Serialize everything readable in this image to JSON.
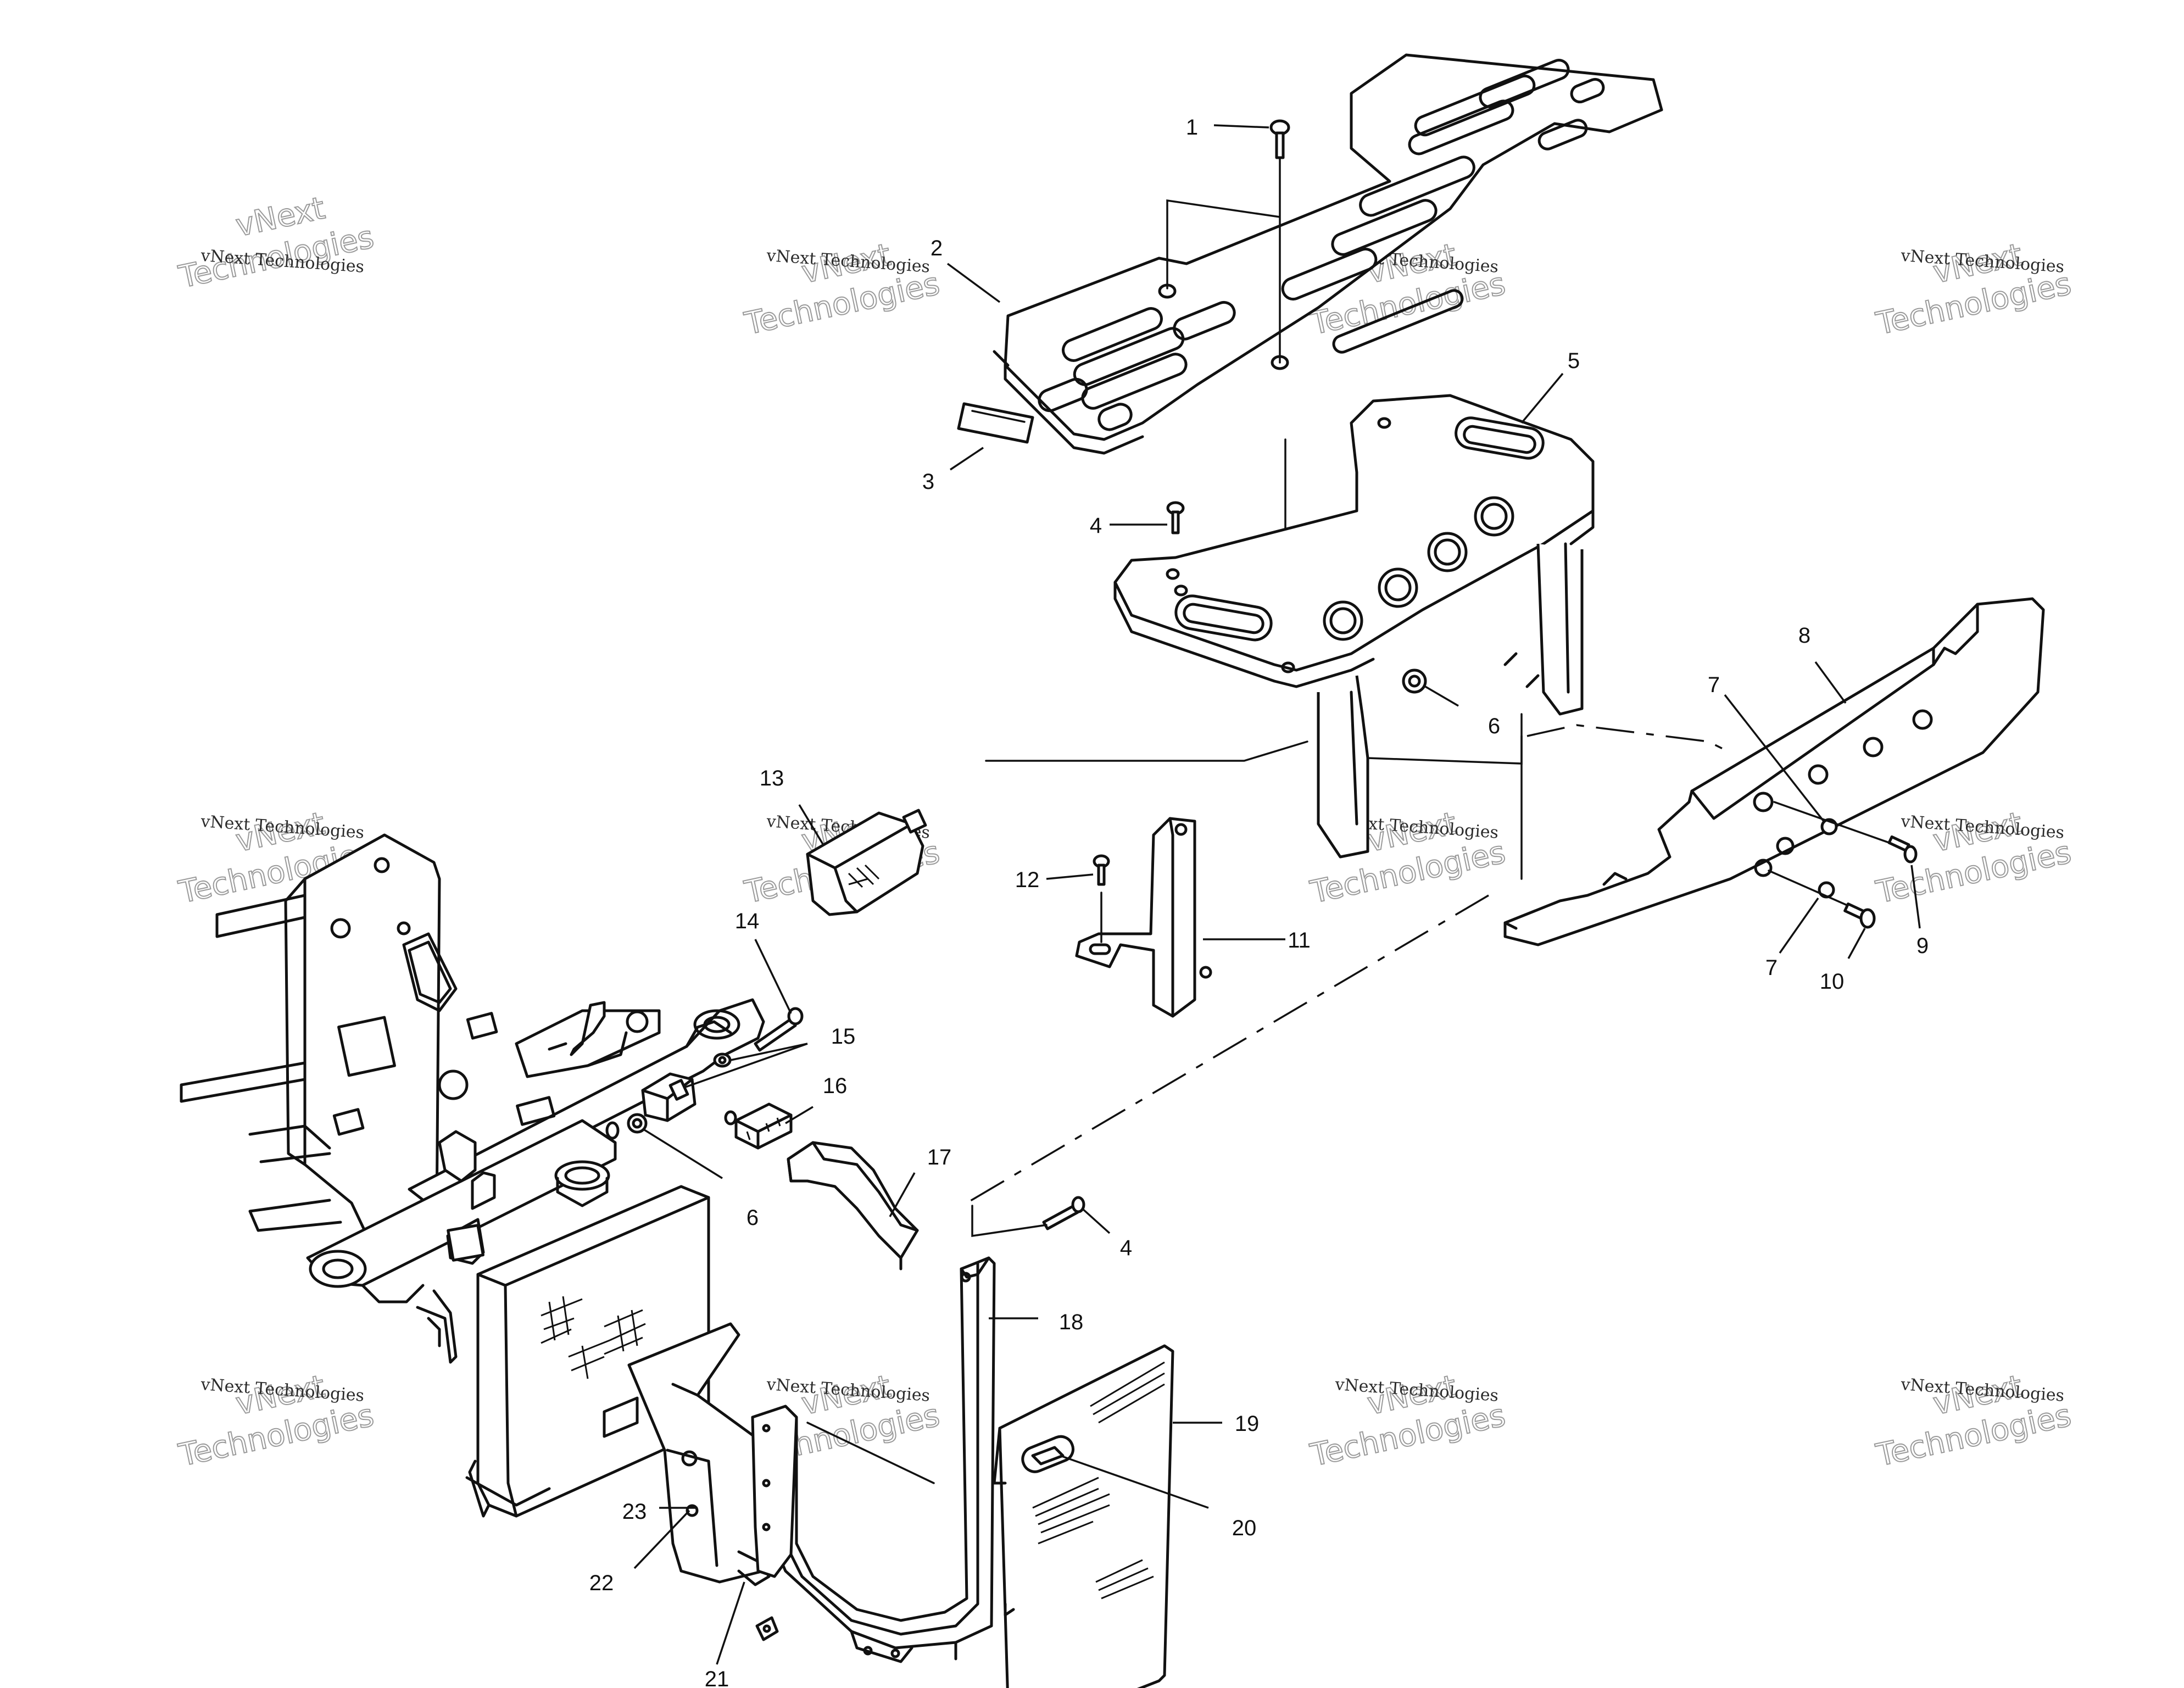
{
  "watermark": {
    "line_small": "vNext Technologies",
    "line_large_top": "vNext",
    "line_large_bottom": "Technologies"
  },
  "callouts": [
    {
      "id": "c1",
      "label": "1"
    },
    {
      "id": "c2",
      "label": "2"
    },
    {
      "id": "c3",
      "label": "3"
    },
    {
      "id": "c4a",
      "label": "4"
    },
    {
      "id": "c5",
      "label": "5"
    },
    {
      "id": "c6a",
      "label": "6"
    },
    {
      "id": "c7a",
      "label": "7"
    },
    {
      "id": "c8",
      "label": "8"
    },
    {
      "id": "c9",
      "label": "9"
    },
    {
      "id": "c10",
      "label": "10"
    },
    {
      "id": "c7b",
      "label": "7"
    },
    {
      "id": "c11",
      "label": "11"
    },
    {
      "id": "c12",
      "label": "12"
    },
    {
      "id": "c13",
      "label": "13"
    },
    {
      "id": "c14",
      "label": "14"
    },
    {
      "id": "c15",
      "label": "15"
    },
    {
      "id": "c16",
      "label": "16"
    },
    {
      "id": "c6b",
      "label": "6"
    },
    {
      "id": "c17",
      "label": "17"
    },
    {
      "id": "c4b",
      "label": "4"
    },
    {
      "id": "c18",
      "label": "18"
    },
    {
      "id": "c19",
      "label": "19"
    },
    {
      "id": "c20",
      "label": "20"
    },
    {
      "id": "c23",
      "label": "23"
    },
    {
      "id": "c22",
      "label": "22"
    },
    {
      "id": "c21",
      "label": "21"
    }
  ]
}
